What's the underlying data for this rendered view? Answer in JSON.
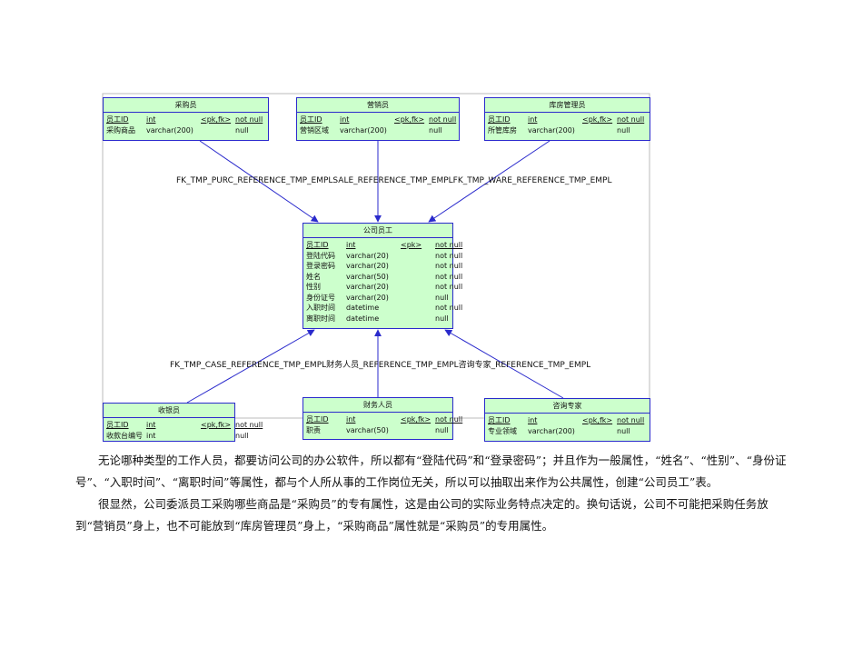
{
  "entities": {
    "purchaser": {
      "title": "采购员",
      "rows": [
        {
          "name": "员工ID",
          "type": "int",
          "key": "<pk,fk>",
          "null": "not null",
          "pk": true
        },
        {
          "name": "采购商品",
          "type": "varchar(200)",
          "key": "",
          "null": "null",
          "pk": false
        }
      ]
    },
    "salesman": {
      "title": "营销员",
      "rows": [
        {
          "name": "员工ID",
          "type": "int",
          "key": "<pk,fk>",
          "null": "not null",
          "pk": true
        },
        {
          "name": "营销区域",
          "type": "varchar(200)",
          "key": "",
          "null": "null",
          "pk": false
        }
      ]
    },
    "warehouse_manager": {
      "title": "库房管理员",
      "rows": [
        {
          "name": "员工ID",
          "type": "int",
          "key": "<pk,fk>",
          "null": "not null",
          "pk": true
        },
        {
          "name": "所管库房",
          "type": "varchar(200)",
          "key": "",
          "null": "null",
          "pk": false
        }
      ]
    },
    "employee": {
      "title": "公司员工",
      "rows": [
        {
          "name": "员工ID",
          "type": "int",
          "key": "<pk>",
          "null": "not null",
          "pk": true
        },
        {
          "name": "登陆代码",
          "type": "varchar(20)",
          "key": "",
          "null": "not null",
          "pk": false
        },
        {
          "name": "登录密码",
          "type": "varchar(20)",
          "key": "",
          "null": "not null",
          "pk": false
        },
        {
          "name": "姓名",
          "type": "varchar(50)",
          "key": "",
          "null": "not null",
          "pk": false
        },
        {
          "name": "性别",
          "type": "varchar(20)",
          "key": "",
          "null": "not null",
          "pk": false
        },
        {
          "name": "身份证号",
          "type": "varchar(20)",
          "key": "",
          "null": "null",
          "pk": false
        },
        {
          "name": "入职时间",
          "type": "datetime",
          "key": "",
          "null": "not null",
          "pk": false
        },
        {
          "name": "离职时间",
          "type": "datetime",
          "key": "",
          "null": "null",
          "pk": false
        }
      ]
    },
    "cashier": {
      "title": "收银员",
      "rows": [
        {
          "name": "员工ID",
          "type": "int",
          "key": "<pk,fk>",
          "null": "not null",
          "pk": true
        },
        {
          "name": "收款台编号",
          "type": "int",
          "key": "",
          "null": "null",
          "pk": false
        }
      ]
    },
    "finance": {
      "title": "财务人员",
      "rows": [
        {
          "name": "员工ID",
          "type": "int",
          "key": "<pk,fk>",
          "null": "not null",
          "pk": true
        },
        {
          "name": "职责",
          "type": "varchar(50)",
          "key": "",
          "null": "null",
          "pk": false
        }
      ]
    },
    "consultant": {
      "title": "咨询专家",
      "rows": [
        {
          "name": "员工ID",
          "type": "int",
          "key": "<pk,fk>",
          "null": "not null",
          "pk": true
        },
        {
          "name": "专业领域",
          "type": "varchar(200)",
          "key": "",
          "null": "null",
          "pk": false
        }
      ]
    }
  },
  "relationship_labels": {
    "top": "FK_TMP_PURC_REFERENCE_TMP_EMPLSALE_REFERENCE_TMP_EMPLFK_TMP_WARE_REFERENCE_TMP_EMPL",
    "bottom": "FK_TMP_CASE_REFERENCE_TMP_EMPL财务人员_REFERENCE_TMP_EMPL咨询专家_REFERENCE_TMP_EMPL"
  },
  "paragraphs": [
    "无论哪种类型的工作人员，都要访问公司的办公软件，所以都有“登陆代码”和“登录密码”；并且作为一般属性，“姓名”、“性别”、“身份证号”、“入职时间”、“离职时间”等属性，都与个人所从事的工作岗位无关，所以可以抽取出来作为公共属性，创建“公司员工”表。",
    "很显然，公司委派员工采购哪些商品是“采购员”的专有属性，这是由公司的实际业务特点决定的。换句话说，公司不可能把采购任务放到“营销员”身上，也不可能放到“库房管理员”身上，“采购商品”属性就是“采购员”的专用属性。"
  ],
  "colors": {
    "entity_fill": "#ccffcc",
    "entity_border": "#2a2acc",
    "connector": "#2a2acc"
  }
}
